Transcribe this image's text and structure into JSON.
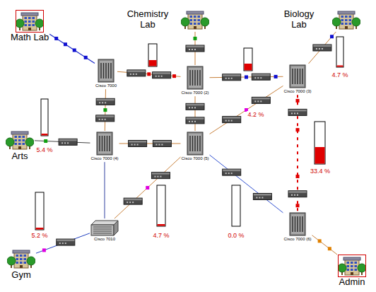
{
  "diagram": {
    "nodes": [
      {
        "text": [
          "Math Lab"
        ]
      },
      {
        "text": [
          "Chemistry Lab"
        ]
      },
      {
        "text": [
          "Biology Lab"
        ]
      },
      {
        "text": [
          "Cisco 7000"
        ]
      },
      {
        "text": [
          "Cisco 7000 (2)"
        ]
      },
      {
        "text": [
          "Cisco 7000 (3)"
        ]
      },
      {
        "text": [
          "Arts"
        ]
      },
      {
        "text": [
          "Cisco 7000 (4)"
        ]
      },
      {
        "text": [
          "Cisco 7000 (5)"
        ]
      },
      {
        "text": [
          "Cisco 7010"
        ]
      },
      {
        "text": [
          "Cisco 7000 (6)"
        ]
      },
      {
        "text": [
          "Gym"
        ]
      },
      {
        "text": [
          "Admin"
        ]
      }
    ],
    "edges": [
      {
        "from": 0,
        "to": 3,
        "arrow": "none"
      },
      {
        "from": 1,
        "to": 4,
        "arrow": "none"
      },
      {
        "from": 2,
        "to": 5,
        "arrow": "none"
      },
      {
        "from": 3,
        "to": 4,
        "arrow": "none"
      },
      {
        "from": 4,
        "to": 5,
        "arrow": "none"
      },
      {
        "from": 3,
        "to": 7,
        "arrow": "none"
      },
      {
        "from": 6,
        "to": 7,
        "arrow": "none"
      },
      {
        "from": 7,
        "to": 8,
        "arrow": "none"
      },
      {
        "from": 4,
        "to": 8,
        "arrow": "none"
      },
      {
        "from": 5,
        "to": 8,
        "arrow": "none"
      },
      {
        "from": 5,
        "to": 10,
        "arrow": "none"
      },
      {
        "from": 8,
        "to": 9,
        "arrow": "none"
      },
      {
        "from": 8,
        "to": 10,
        "arrow": "none"
      },
      {
        "from": 7,
        "to": 9,
        "arrow": "none"
      },
      {
        "from": 11,
        "to": 9,
        "arrow": "none"
      },
      {
        "from": 12,
        "to": 10,
        "arrow": "none"
      }
    ],
    "labels": [
      "4.7 %",
      "4.2 %",
      "5.4 %",
      "33.4 %",
      "5.2 %",
      "4.7 %",
      "0.0 %"
    ]
  }
}
